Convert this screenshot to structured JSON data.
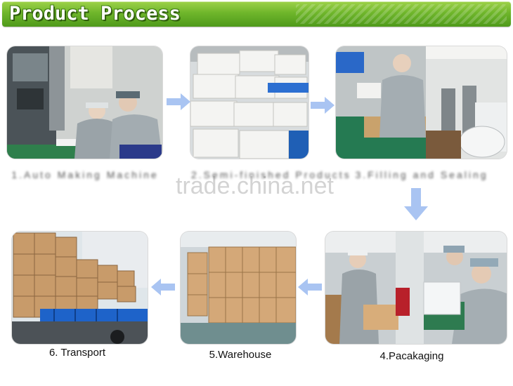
{
  "banner": {
    "title": "Product Process"
  },
  "watermark": "trade.china.net",
  "steps": [
    {
      "caption": "1.Auto Making Machine",
      "blurred": true
    },
    {
      "caption": "2.Semi-finished Products",
      "blurred": true
    },
    {
      "caption": "3.Filling and Sealing",
      "blurred": true
    },
    {
      "caption": "4.Pacakaging",
      "blurred": false
    },
    {
      "caption": "5.Warehouse",
      "blurred": false
    },
    {
      "caption": "6. Transport",
      "blurred": false
    }
  ],
  "colors": {
    "banner_green": "#6fb62b",
    "arrow_blue": "#a9c4f2",
    "uniform_gray": "#9aa3a8",
    "carton_tan": "#c89b6a"
  },
  "icons": [
    "arrow-right-icon",
    "arrow-down-icon",
    "arrow-left-icon"
  ]
}
